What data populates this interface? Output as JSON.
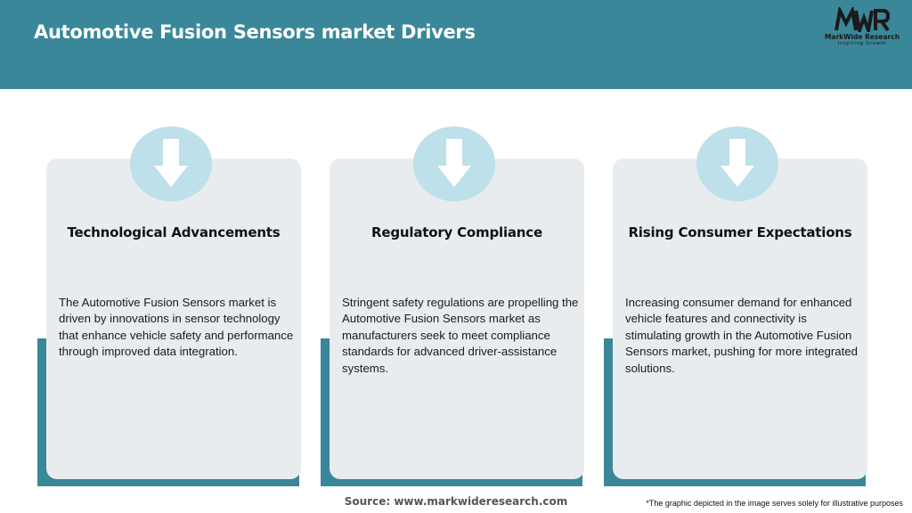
{
  "header": {
    "title": "Automotive Fusion Sensors market Drivers",
    "background": "#3a8799"
  },
  "logo": {
    "mark": "MWR",
    "name": "MarkWide Research",
    "tagline": "Inspiring Growth"
  },
  "cards": [
    {
      "icon": "down-arrow-icon",
      "title": "Technological Advancements",
      "text": "The Automotive Fusion Sensors market is driven by innovations in sensor technology that enhance vehicle safety and performance through improved data integration."
    },
    {
      "icon": "down-arrow-icon",
      "title": "Regulatory Compliance",
      "text": "Stringent safety regulations are propelling the Automotive Fusion Sensors market as manufacturers seek to meet compliance standards for advanced driver-assistance systems."
    },
    {
      "icon": "down-arrow-icon",
      "title": "Rising Consumer Expectations",
      "text": "Increasing consumer demand for enhanced vehicle features and connectivity is stimulating growth in the Automotive Fusion Sensors market, pushing for more integrated solutions."
    }
  ],
  "footer": {
    "source": "Source: www.markwideresearch.com",
    "disclaimer": "*The graphic depicted in the image serves solely for illustrative purposes"
  },
  "colors": {
    "accent": "#3a8799",
    "card_bg": "#e9ecee",
    "icon_circle": "#bde0ea"
  }
}
